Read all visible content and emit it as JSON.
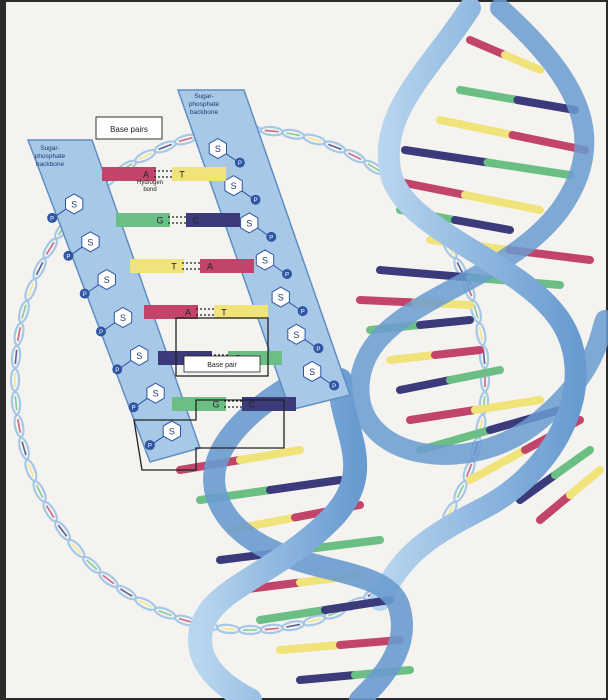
{
  "labels": {
    "left_backbone": "Sugar-phosphate backbone",
    "right_backbone": "Sugar-phosphate backbone",
    "base_pairs": "Base pairs",
    "hydrogen_bond": "Hydrogen bond",
    "base_pair": "Base pair"
  },
  "symbols": {
    "sugar": "S",
    "phosphate": "P"
  },
  "rungs": [
    {
      "left": "A",
      "right": "T"
    },
    {
      "left": "G",
      "right": "C"
    },
    {
      "left": "T",
      "right": "A"
    },
    {
      "left": "A",
      "right": "T"
    },
    {
      "left": "C",
      "right": "G"
    },
    {
      "left": "G",
      "right": "C"
    }
  ],
  "colors": {
    "background": "#f4f3ef",
    "frame": "#2b2b2b",
    "ribbon": "#9dc3e6",
    "ribbon_dark": "#5d8fc4",
    "backbone": "#a8c8e8",
    "phosphate": "#2f55a4",
    "adenine": "#c2446a",
    "thymine": "#f0e37a",
    "guanine": "#6cbf84",
    "cytosine": "#3b3a7a"
  }
}
